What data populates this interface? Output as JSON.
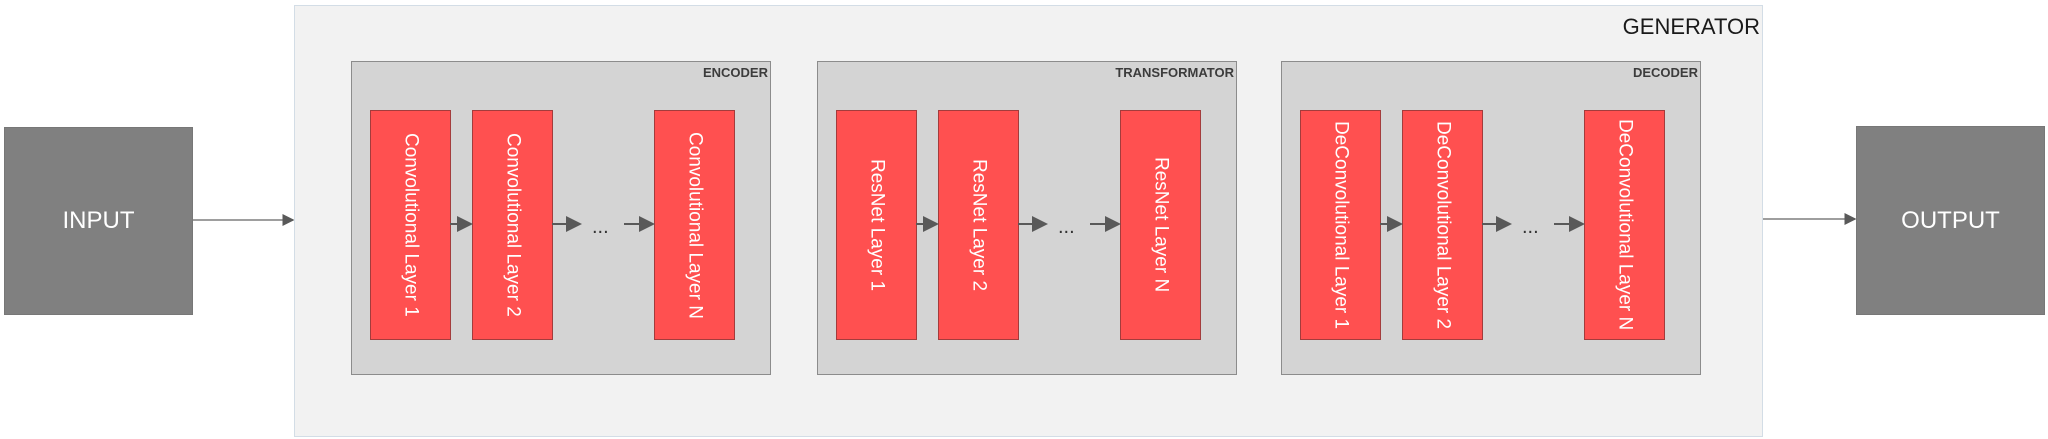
{
  "input_label": "INPUT",
  "output_label": "OUTPUT",
  "generator_title": "GENERATOR",
  "blocks": [
    {
      "title": "ENCODER",
      "layers": [
        "Convolutional Layer 1",
        "Convolutional Layer 2",
        "Convolutional Layer N"
      ],
      "ellipsis": "..."
    },
    {
      "title": "TRANSFORMATOR",
      "layers": [
        "ResNet Layer 1",
        "ResNet Layer 2",
        "ResNet Layer N"
      ],
      "ellipsis": "..."
    },
    {
      "title": "DECODER",
      "layers": [
        "DeConvolutional Layer 1",
        "DeConvolutional Layer 2",
        "DeConvolutional Layer N"
      ],
      "ellipsis": "..."
    }
  ],
  "colors": {
    "io_box": "#808080",
    "generator_bg": "#f2f2f2",
    "block_bg": "#d4d4d4",
    "layer": "#ff5050",
    "arrow": "#595959"
  }
}
